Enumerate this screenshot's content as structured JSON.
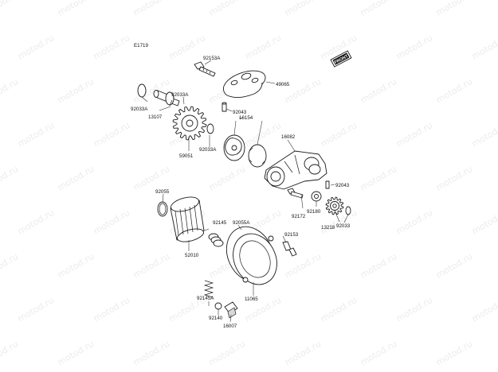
{
  "diagram": {
    "ref_code": "E1719",
    "badge": "FRONT",
    "watermark": "motod.ru",
    "part_numbers": [
      "92153A",
      "49065",
      "92033A",
      "92033A",
      "13107",
      "92043",
      "16154",
      "59051",
      "92033A",
      "16082",
      "92043",
      "92055",
      "92145",
      "92055A",
      "92172",
      "92180",
      "13218",
      "92033",
      "92153",
      "52010",
      "11065",
      "92145A",
      "92140",
      "16007"
    ]
  }
}
